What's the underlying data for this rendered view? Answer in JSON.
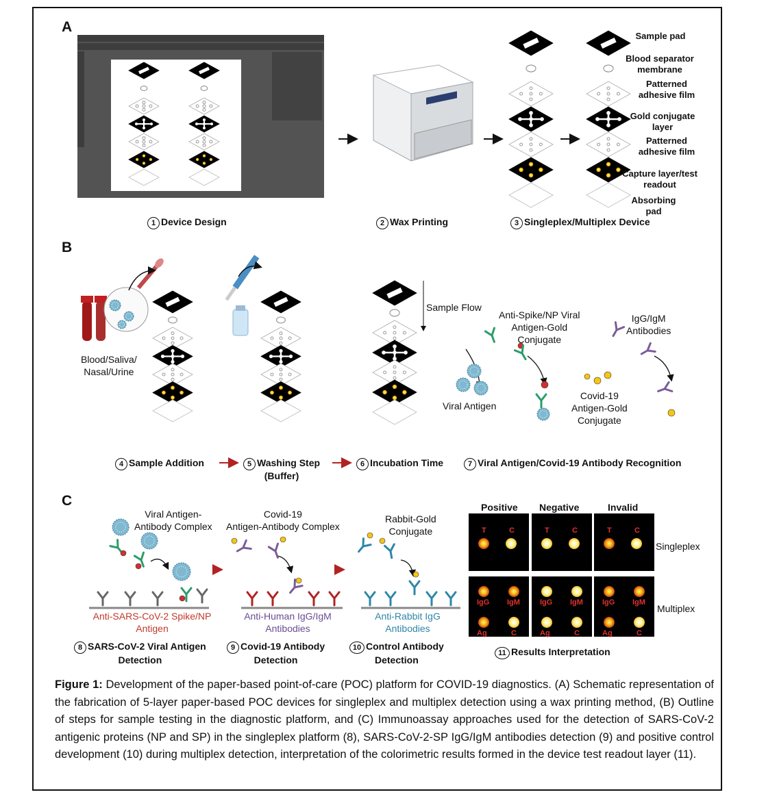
{
  "panels": {
    "a": "A",
    "b": "B",
    "c": "C"
  },
  "a": {
    "layers": [
      "Sample pad",
      "Blood separator membrane",
      "Patterned adhesive film",
      "Gold conjugate layer",
      "Patterned adhesive film",
      "Capture layer/test readout",
      "Absorbing pad"
    ],
    "steps": [
      {
        "n": "1",
        "label": "Device Design"
      },
      {
        "n": "2",
        "label": "Wax Printing"
      },
      {
        "n": "3",
        "label": "Singleplex/Multiplex Device"
      }
    ]
  },
  "b": {
    "sample_types": "Blood/Saliva/\nNasal/Urine",
    "sample_flow": "Sample Flow",
    "anti_spike": "Anti-Spike/NP Viral\nAntigen-Gold\nConjugate",
    "igg_igm": "IgG/IgM\nAntibodies",
    "viral_antigen": "Viral Antigen",
    "covid_gold": "Covid-19\nAntigen-Gold\nConjugate",
    "steps": [
      {
        "n": "4",
        "label": "Sample Addition"
      },
      {
        "n": "5",
        "label": "Washing Step\n(Buffer)"
      },
      {
        "n": "6",
        "label": "Incubation Time"
      },
      {
        "n": "7",
        "label": "Viral Antigen/Covid-19 Antibody Recognition"
      }
    ]
  },
  "c": {
    "complex1": "Viral Antigen-\nAntibody Complex",
    "complex2": "Covid-19\nAntigen-Antibody Complex",
    "rabbit": "Rabbit-Gold\nConjugate",
    "capture1": "Anti-SARS-CoV-2 Spike/NP\nAntigen",
    "capture2": "Anti-Human IgG/IgM\nAntibodies",
    "capture3": "Anti-Rabbit IgG\nAntibodies",
    "steps": [
      {
        "n": "8",
        "label": "SARS-CoV-2 Viral Antigen\nDetection"
      },
      {
        "n": "9",
        "label": "Covid-19 Antibody\nDetection"
      },
      {
        "n": "10",
        "label": "Control Antibody\nDetection"
      },
      {
        "n": "11",
        "label": "Results Interpretation"
      }
    ],
    "result_cols": [
      "Positive",
      "Negative",
      "Invalid"
    ],
    "result_rows": [
      "Singleplex",
      "Multiplex"
    ],
    "single_letters": [
      "T",
      "C"
    ],
    "multi_letters": [
      "IgG",
      "IgM",
      "Ag",
      "C"
    ]
  },
  "caption": {
    "label": "Figure 1:",
    "text": "Development of the paper-based point-of-care (POC) platform for COVID-19 diagnostics. (A) Schematic representation of the fabrication of 5-layer paper-based POC devices for singleplex and multiplex detection using a wax printing method, (B) Outline of steps for sample testing in the diagnostic platform, and (C) Immunoassay approaches used for the detection of SARS-CoV-2 antigenic proteins (NP and SP) in the singleplex platform (8), SARS-CoV-2-SP IgG/IgM antibodies detection (9) and positive control development (10) during multiplex detection, interpretation of the colorimetric results formed in the device test readout layer (11)."
  },
  "colors": {
    "red_label": "#c0392b",
    "purple_label": "#6a4c93",
    "teal_label": "#2e86a8",
    "gold": "#f5c518",
    "layer_black": "#000000"
  }
}
